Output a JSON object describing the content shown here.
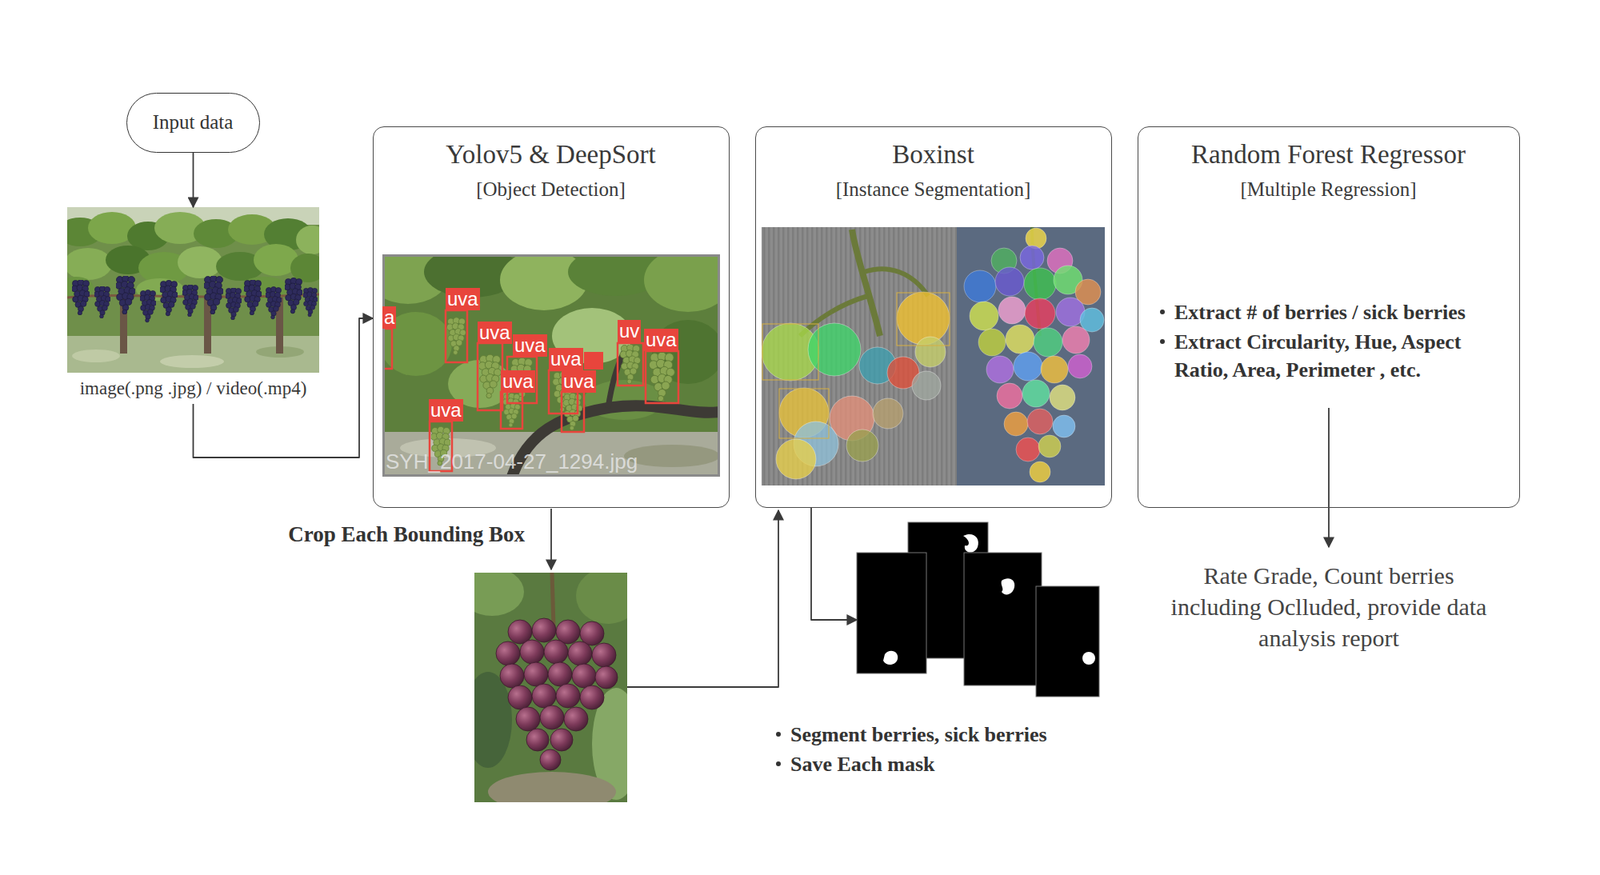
{
  "diagram": {
    "nodes": [
      {
        "text": [
          "Input data"
        ]
      },
      {
        "text": [
          "image(.png .jpg) / video(.mp4)"
        ]
      },
      {
        "text": [
          "Yolov5 & DeepSort",
          "[Object Detection]"
        ]
      },
      {
        "text": [
          "Boxinst",
          "[Instance Segmentation]"
        ]
      },
      {
        "text": [
          "Random Forest Regressor",
          "[Multiple Regression]",
          "Extract # of berries / sick berries",
          "Extract Circularity, Hue, Aspect Ratio, Area, Perimeter , etc."
        ]
      },
      {
        "text": [
          "Segment berries, sick berries",
          "Save Each mask"
        ]
      },
      {
        "text": [
          "Rate Grade, Count berries including Oclluded, provide data analysis report"
        ]
      }
    ],
    "edges": [
      {
        "from": 0,
        "to": 1,
        "arrow": "to"
      },
      {
        "from": 1,
        "to": 2,
        "arrow": "to"
      },
      {
        "from": 3,
        "to": 5,
        "arrow": "to"
      },
      {
        "from": 4,
        "to": 6,
        "arrow": "to"
      }
    ],
    "labels": [
      "Crop Each Bounding Box",
      "a",
      "uva",
      "uva",
      "uva",
      "uva",
      "uva",
      "uva",
      "uva",
      "uv",
      "uva",
      "SYH_2017-04-27_1294.jpg"
    ]
  }
}
